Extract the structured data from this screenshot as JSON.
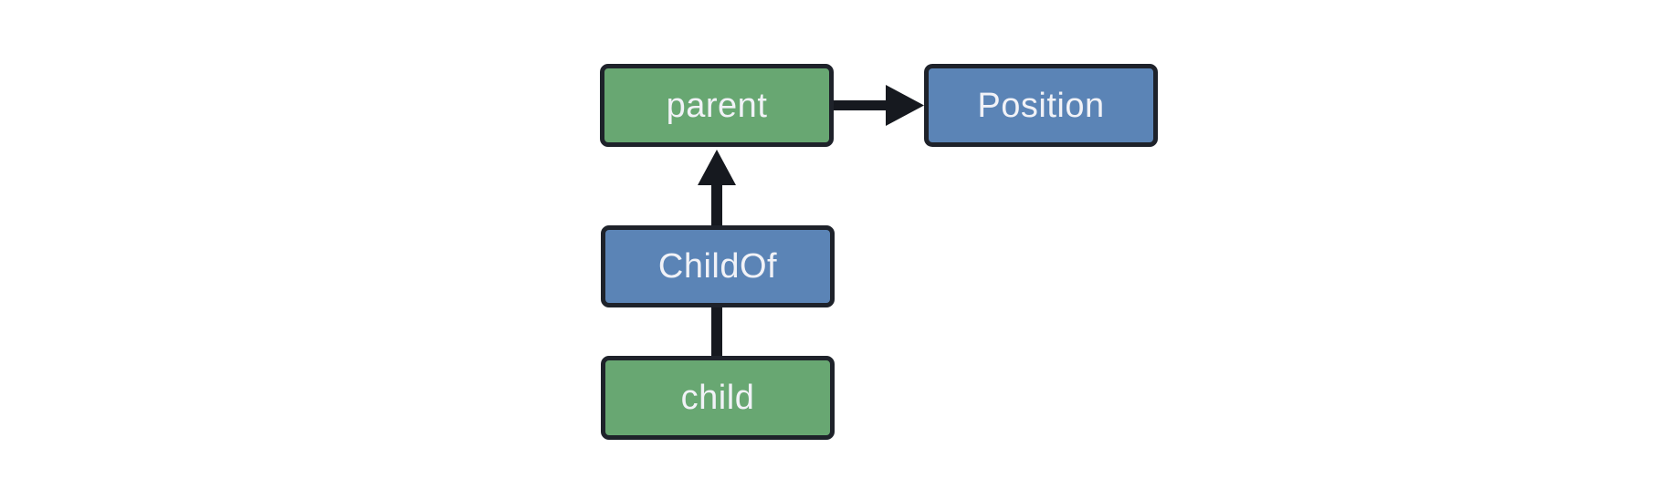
{
  "diagram": {
    "title": "entity-relationship-diagram",
    "colors": {
      "entity-fill": "#68a772",
      "component-fill": "#5b84b6",
      "border": "#1e222a",
      "arrow": "#16191f",
      "text": "#f1f2f7",
      "canvas-bg": "#ffffff"
    },
    "nodes": {
      "parent": {
        "label": "parent",
        "kind": "entity"
      },
      "position": {
        "label": "Position",
        "kind": "component"
      },
      "childof": {
        "label": "ChildOf",
        "kind": "component"
      },
      "child": {
        "label": "child",
        "kind": "entity"
      }
    },
    "edges": [
      {
        "from": "parent",
        "to": "Position",
        "connector": "arrow",
        "direction": "right"
      },
      {
        "from": "ChildOf",
        "to": "parent",
        "connector": "arrow",
        "direction": "up"
      },
      {
        "from": "child",
        "to": "ChildOf",
        "connector": "line",
        "direction": "up"
      }
    ]
  }
}
